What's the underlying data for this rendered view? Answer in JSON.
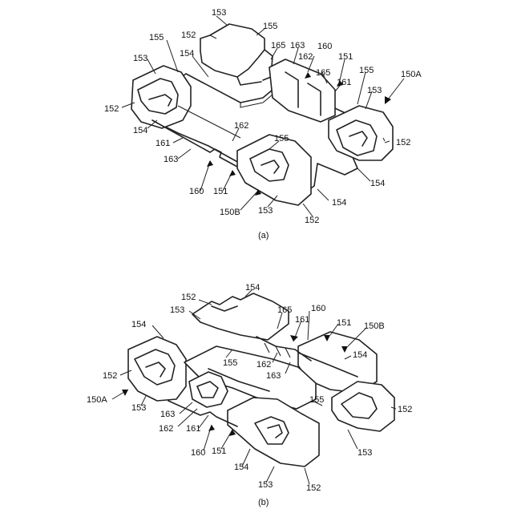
{
  "figure_a": {
    "caption": "(a)",
    "labels": [
      {
        "id": "a1",
        "text": "153"
      },
      {
        "id": "a2",
        "text": "155"
      },
      {
        "id": "a3",
        "text": "152"
      },
      {
        "id": "a4",
        "text": "155"
      },
      {
        "id": "a5",
        "text": "165"
      },
      {
        "id": "a6",
        "text": "163"
      },
      {
        "id": "a7",
        "text": "160"
      },
      {
        "id": "a8",
        "text": "153"
      },
      {
        "id": "a9",
        "text": "154"
      },
      {
        "id": "a10",
        "text": "162"
      },
      {
        "id": "a11",
        "text": "151"
      },
      {
        "id": "a12",
        "text": "165"
      },
      {
        "id": "a13",
        "text": "161"
      },
      {
        "id": "a14",
        "text": "155"
      },
      {
        "id": "a15",
        "text": "150A"
      },
      {
        "id": "a16",
        "text": "153"
      },
      {
        "id": "a17",
        "text": "152"
      },
      {
        "id": "a18",
        "text": "154"
      },
      {
        "id": "a19",
        "text": "162"
      },
      {
        "id": "a20",
        "text": "161"
      },
      {
        "id": "a21",
        "text": "155"
      },
      {
        "id": "a22",
        "text": "152"
      },
      {
        "id": "a23",
        "text": "163"
      },
      {
        "id": "a24",
        "text": "154"
      },
      {
        "id": "a25",
        "text": "160"
      },
      {
        "id": "a26",
        "text": "151"
      },
      {
        "id": "a27",
        "text": "153"
      },
      {
        "id": "a28",
        "text": "154"
      },
      {
        "id": "a29",
        "text": "152"
      },
      {
        "id": "a30",
        "text": "150B"
      }
    ]
  },
  "figure_b": {
    "caption": "(b)",
    "labels": [
      {
        "id": "b1",
        "text": "152"
      },
      {
        "id": "b2",
        "text": "154"
      },
      {
        "id": "b3",
        "text": "153"
      },
      {
        "id": "b4",
        "text": "165"
      },
      {
        "id": "b5",
        "text": "160"
      },
      {
        "id": "b6",
        "text": "154"
      },
      {
        "id": "b7",
        "text": "161"
      },
      {
        "id": "b8",
        "text": "151"
      },
      {
        "id": "b9",
        "text": "150B"
      },
      {
        "id": "b10",
        "text": "155"
      },
      {
        "id": "b11",
        "text": "154"
      },
      {
        "id": "b12",
        "text": "162"
      },
      {
        "id": "b13",
        "text": "163"
      },
      {
        "id": "b14",
        "text": "152"
      },
      {
        "id": "b15",
        "text": "150A"
      },
      {
        "id": "b16",
        "text": "153"
      },
      {
        "id": "b17",
        "text": "155"
      },
      {
        "id": "b18",
        "text": "152"
      },
      {
        "id": "b19",
        "text": "163"
      },
      {
        "id": "b20",
        "text": "162"
      },
      {
        "id": "b21",
        "text": "161"
      },
      {
        "id": "b22",
        "text": "160"
      },
      {
        "id": "b23",
        "text": "151"
      },
      {
        "id": "b24",
        "text": "153"
      },
      {
        "id": "b25",
        "text": "154"
      },
      {
        "id": "b26",
        "text": "153"
      },
      {
        "id": "b27",
        "text": "152"
      }
    ]
  }
}
